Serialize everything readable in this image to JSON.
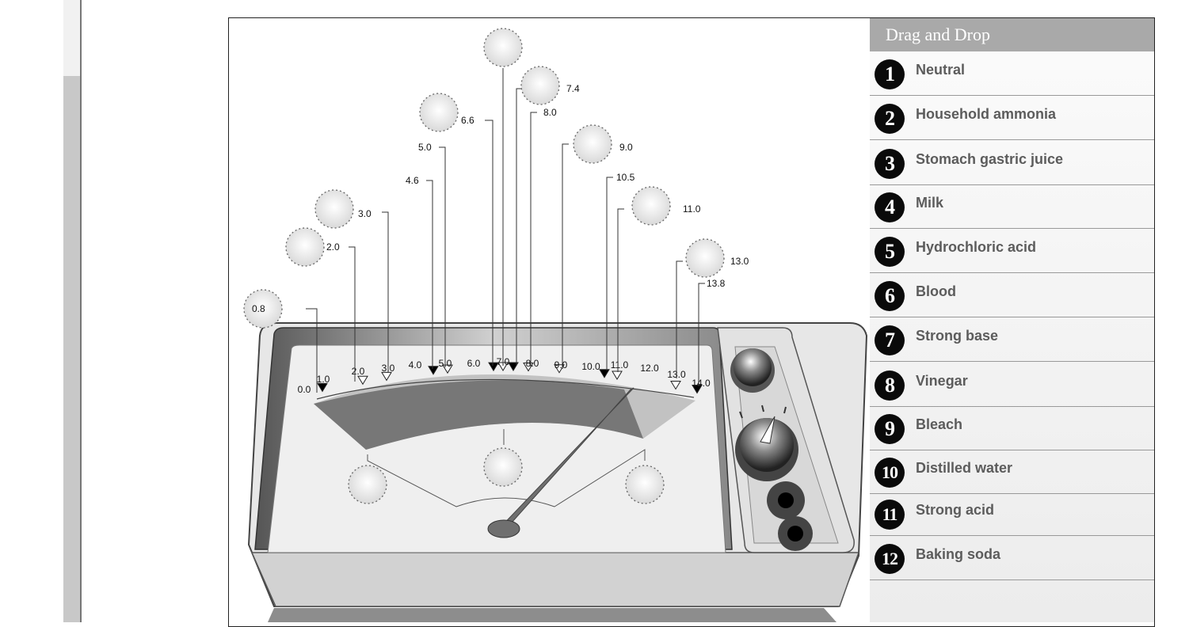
{
  "panel": {
    "title": "Drag and Drop",
    "items": [
      {
        "num": "1",
        "label": "Neutral"
      },
      {
        "num": "2",
        "label": "Household ammonia"
      },
      {
        "num": "3",
        "label": "Stomach gastric juice"
      },
      {
        "num": "4",
        "label": "Milk"
      },
      {
        "num": "5",
        "label": "Hydrochloric acid"
      },
      {
        "num": "6",
        "label": "Blood"
      },
      {
        "num": "7",
        "label": "Strong base"
      },
      {
        "num": "8",
        "label": "Vinegar"
      },
      {
        "num": "9",
        "label": "Bleach"
      },
      {
        "num": "10",
        "label": "Distilled water"
      },
      {
        "num": "11",
        "label": "Strong acid"
      },
      {
        "num": "12",
        "label": "Baking soda"
      }
    ]
  },
  "meter": {
    "scale_ticks": [
      "0.0",
      "1.0",
      "2.0",
      "3.0",
      "4.0",
      "5.0",
      "6.0",
      "7.0",
      "8.0",
      "9.0",
      "10.0",
      "11.0",
      "12.0",
      "13.0",
      "14.0"
    ],
    "callout_values": [
      "0.8",
      "2.0",
      "3.0",
      "4.6",
      "5.0",
      "6.6",
      "7.4",
      "8.0",
      "9.0",
      "10.5",
      "11.0",
      "13.0",
      "13.8"
    ],
    "region_drop_zones": 3
  },
  "colors": {
    "panel_header": "#a9a9a9",
    "badge": "#0a0a0a",
    "dial_dark": "#777777",
    "dial_light": "#c2c2c2"
  }
}
